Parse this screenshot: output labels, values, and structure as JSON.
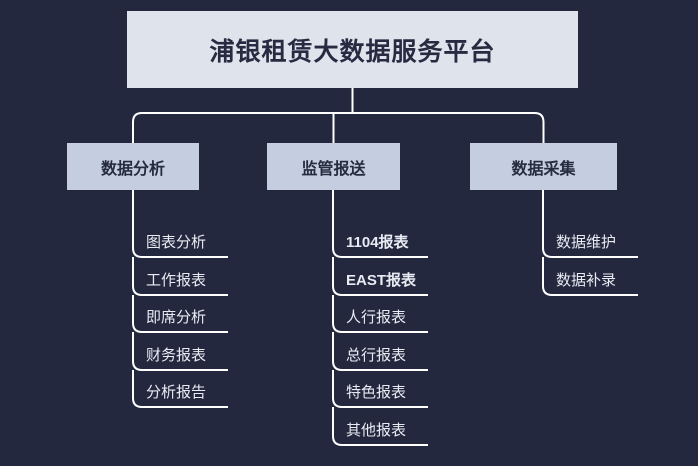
{
  "diagram": {
    "type": "org-tree",
    "background_color": "#23283f",
    "box_fill_title": "#dfe3ec",
    "box_fill_node": "#c5cee0",
    "box_text_color": "#262b42",
    "leaf_text_color": "#e8ebf2",
    "connector_color": "#ffffff",
    "root": {
      "label": "浦银租赁大数据服务平台"
    },
    "branches": [
      {
        "label": "数据分析",
        "leaves": [
          {
            "label": "图表分析",
            "bold": false
          },
          {
            "label": "工作报表",
            "bold": false
          },
          {
            "label": "即席分析",
            "bold": false
          },
          {
            "label": "财务报表",
            "bold": false
          },
          {
            "label": "分析报告",
            "bold": false
          }
        ]
      },
      {
        "label": "监管报送",
        "leaves": [
          {
            "label": "1104报表",
            "bold": true
          },
          {
            "label": "EAST报表",
            "bold": true
          },
          {
            "label": "人行报表",
            "bold": false
          },
          {
            "label": "总行报表",
            "bold": false
          },
          {
            "label": "特色报表",
            "bold": false
          },
          {
            "label": "其他报表",
            "bold": false
          }
        ]
      },
      {
        "label": "数据采集",
        "leaves": [
          {
            "label": "数据维护",
            "bold": false
          },
          {
            "label": "数据补录",
            "bold": false
          }
        ]
      }
    ]
  }
}
